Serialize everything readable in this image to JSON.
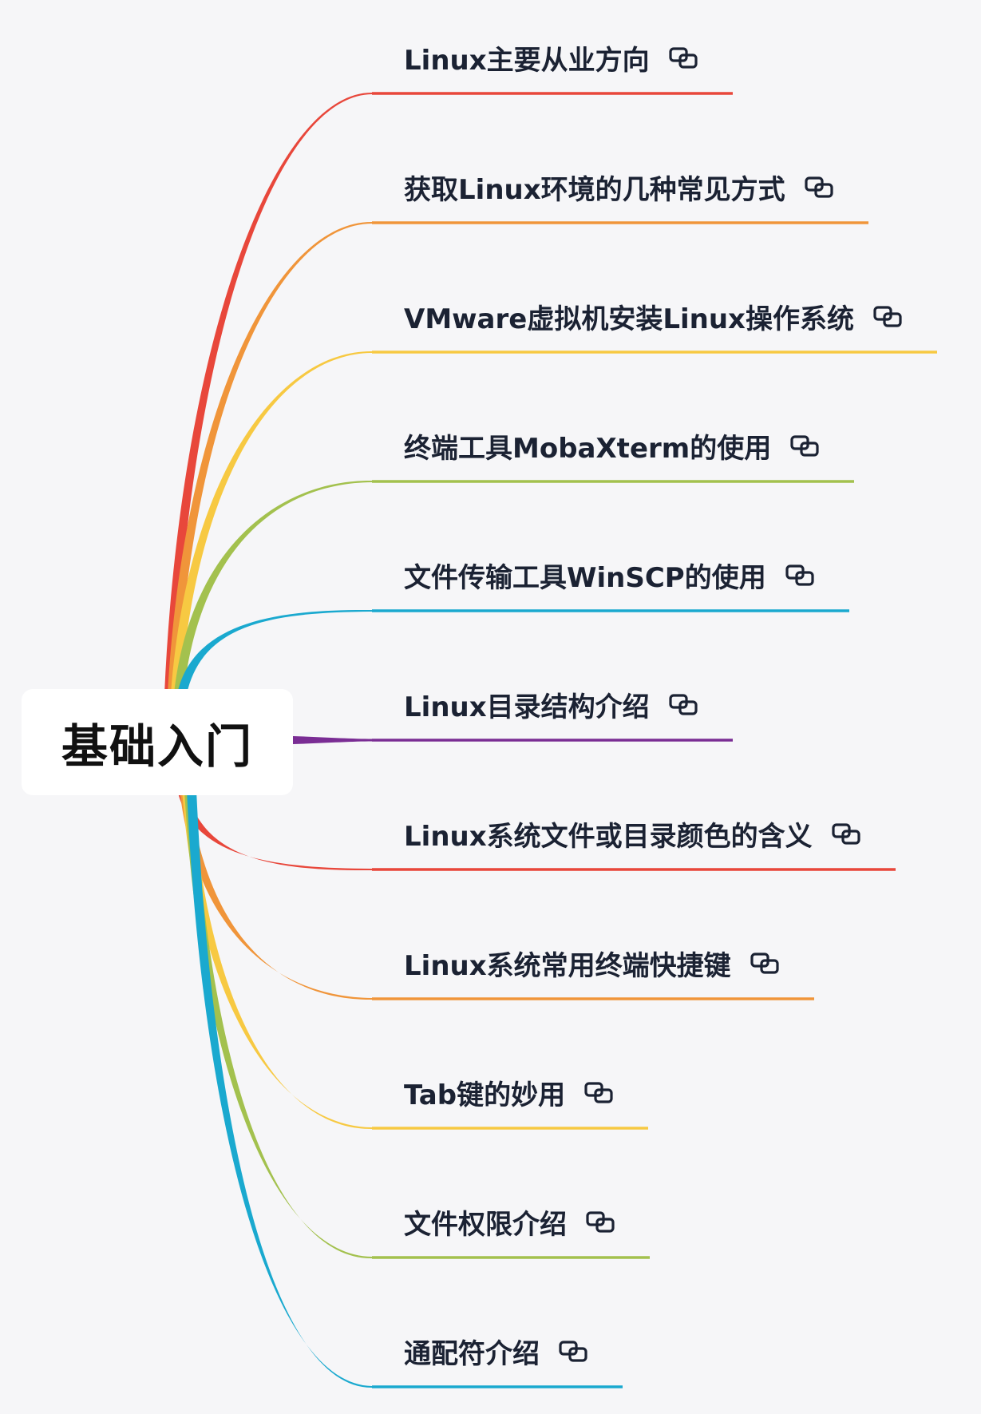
{
  "root": {
    "label": "基础入门"
  },
  "branches": [
    {
      "label": "Linux主要从业方向",
      "color": "#e8473b",
      "icon": "link-icon"
    },
    {
      "label": "获取Linux环境的几种常见方式",
      "color": "#f0953a",
      "icon": "link-icon"
    },
    {
      "label": "VMware虚拟机安装Linux操作系统",
      "color": "#f7c942",
      "icon": "link-icon"
    },
    {
      "label": "终端工具MobaXterm的使用",
      "color": "#a3c14e",
      "icon": "link-icon"
    },
    {
      "label": "文件传输工具WinSCP的使用",
      "color": "#1aa9cf",
      "icon": "link-icon"
    },
    {
      "label": "Linux目录结构介绍",
      "color": "#7a2d94",
      "icon": "link-icon"
    },
    {
      "label": "Linux系统文件或目录颜色的含义",
      "color": "#e8473b",
      "icon": "link-icon"
    },
    {
      "label": "Linux系统常用终端快捷键",
      "color": "#f0953a",
      "icon": "link-icon"
    },
    {
      "label": "Tab键的妙用",
      "color": "#f7c942",
      "icon": "link-icon"
    },
    {
      "label": "文件权限介绍",
      "color": "#a3c14e",
      "icon": "link-icon"
    },
    {
      "label": "通配符介绍",
      "color": "#1aa9cf",
      "icon": "link-icon"
    }
  ]
}
